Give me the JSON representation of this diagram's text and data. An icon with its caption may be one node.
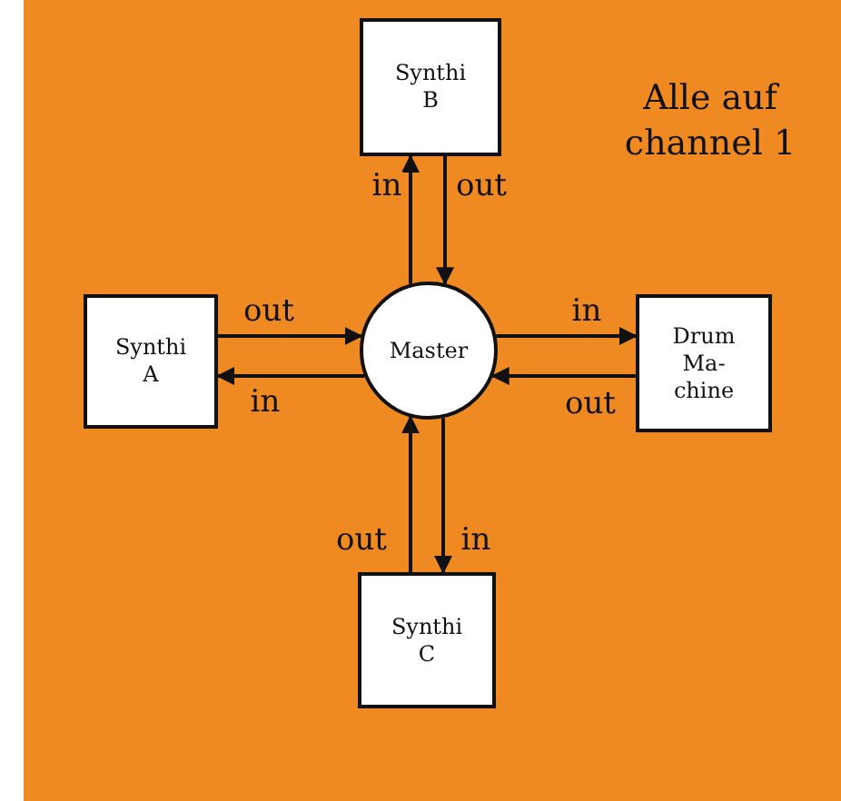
{
  "diagram": {
    "nodes": [
      {
        "text": [
          "Synthi B"
        ]
      },
      {
        "text": [
          "Synthi A"
        ]
      },
      {
        "text": [
          "Master"
        ]
      },
      {
        "text": [
          "Drum Ma- chine"
        ]
      },
      {
        "text": [
          "Synthi C"
        ]
      }
    ],
    "edges": [
      {
        "from": 2,
        "to": 0,
        "arrow": "to",
        "label": "in"
      },
      {
        "from": 0,
        "to": 2,
        "arrow": "to",
        "label": "out"
      },
      {
        "from": 1,
        "to": 2,
        "arrow": "to",
        "label": "out"
      },
      {
        "from": 2,
        "to": 1,
        "arrow": "to",
        "label": "in"
      },
      {
        "from": 2,
        "to": 3,
        "arrow": "to",
        "label": "in"
      },
      {
        "from": 3,
        "to": 2,
        "arrow": "to",
        "label": "out"
      },
      {
        "from": 4,
        "to": 2,
        "arrow": "to",
        "label": "out"
      },
      {
        "from": 2,
        "to": 4,
        "arrow": "to",
        "label": "in"
      }
    ],
    "labels": [
      "Alle auf channel 1"
    ]
  }
}
